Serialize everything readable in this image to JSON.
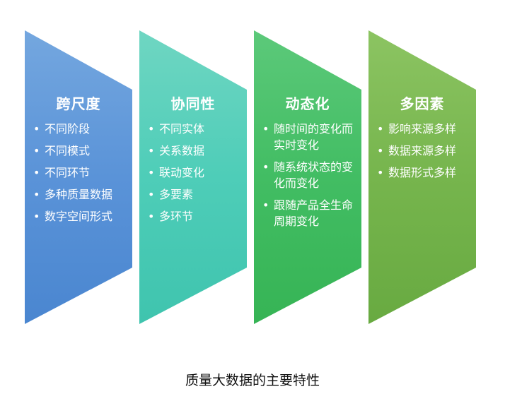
{
  "panels": [
    {
      "title": "跨尺度",
      "items": [
        "不同阶段",
        "不同模式",
        "不同环节",
        "多种质量数据",
        "数字空间形式"
      ]
    },
    {
      "title": "协同性",
      "items": [
        "不同实体",
        "关系数据",
        "联动变化",
        "多要素",
        "多环节"
      ]
    },
    {
      "title": "动态化",
      "items": [
        "随时间的变化而实时变化",
        "随系统状态的变化而变化",
        "跟随产品全生命周期变化"
      ]
    },
    {
      "title": "多因素",
      "items": [
        "影响来源多样",
        "数据来源多样",
        "数据形式多样"
      ]
    }
  ],
  "caption": "质量大数据的主要特性",
  "colors": {
    "blue": "#5a93d8",
    "teal": "#4ecdb8",
    "green": "#42bd63",
    "olive": "#76b54d"
  }
}
